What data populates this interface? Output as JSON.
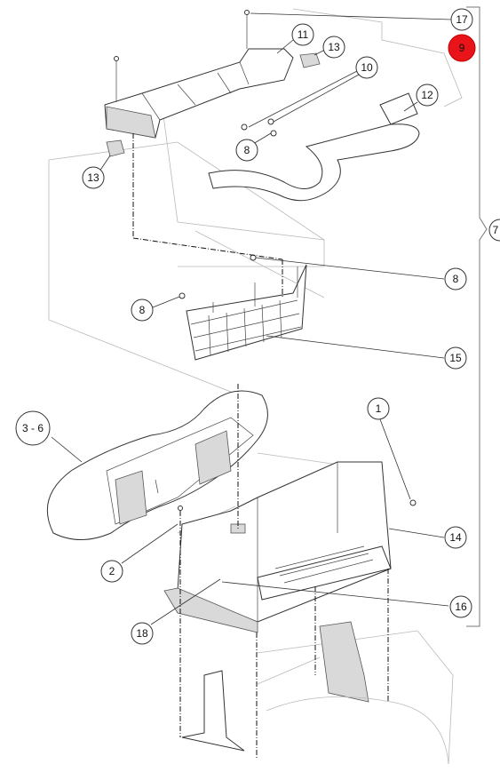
{
  "callouts": [
    {
      "id": "17",
      "label": "17"
    },
    {
      "id": "9",
      "label": "9",
      "highlight_color": "#e8141a"
    },
    {
      "id": "11",
      "label": "11"
    },
    {
      "id": "13a",
      "label": "13"
    },
    {
      "id": "10",
      "label": "10"
    },
    {
      "id": "12",
      "label": "12"
    },
    {
      "id": "8a",
      "label": "8"
    },
    {
      "id": "13b",
      "label": "13"
    },
    {
      "id": "8b",
      "label": "8"
    },
    {
      "id": "8c",
      "label": "8"
    },
    {
      "id": "15",
      "label": "15"
    },
    {
      "id": "1",
      "label": "1"
    },
    {
      "id": "3-6",
      "label": "3 - 6"
    },
    {
      "id": "14",
      "label": "14"
    },
    {
      "id": "2",
      "label": "2"
    },
    {
      "id": "16",
      "label": "16"
    },
    {
      "id": "18",
      "label": "18"
    },
    {
      "id": "7",
      "label": "7"
    }
  ],
  "colors": {
    "highlight": "#e8141a",
    "line": "#333333",
    "ghost": "#b9b9b9"
  }
}
